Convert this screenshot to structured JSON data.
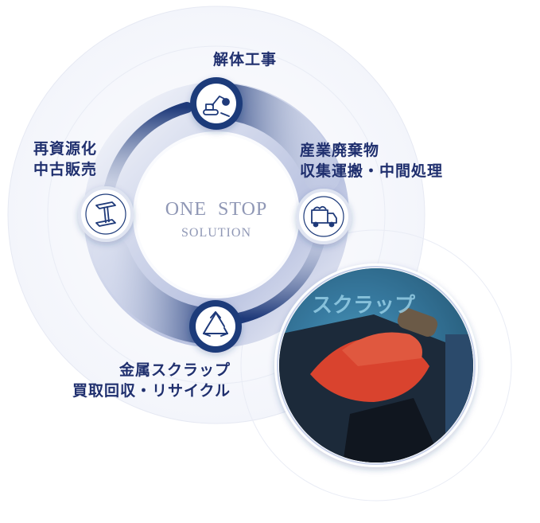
{
  "center": {
    "title": "ONE  STOP",
    "subtitle": "SOLUTION"
  },
  "steps": [
    {
      "lines": [
        "解体工事"
      ],
      "icon": "excavator-icon"
    },
    {
      "lines": [
        "産業廃棄物",
        "収集運搬・中間処理"
      ],
      "icon": "dump-truck-icon"
    },
    {
      "lines": [
        "金属スクラップ",
        "買取回収・リサイクル"
      ],
      "icon": "recycle-icon"
    },
    {
      "lines": [
        "再資源化",
        "中古販売"
      ],
      "icon": "steel-beam-icon"
    }
  ],
  "photo": {
    "sign_text": "スクラップ",
    "icon": "worker-gloves-photo"
  },
  "colors": {
    "navy": "#1f3a7a",
    "ring_light": "#dfe4f1",
    "text": "#1f2f6e"
  }
}
